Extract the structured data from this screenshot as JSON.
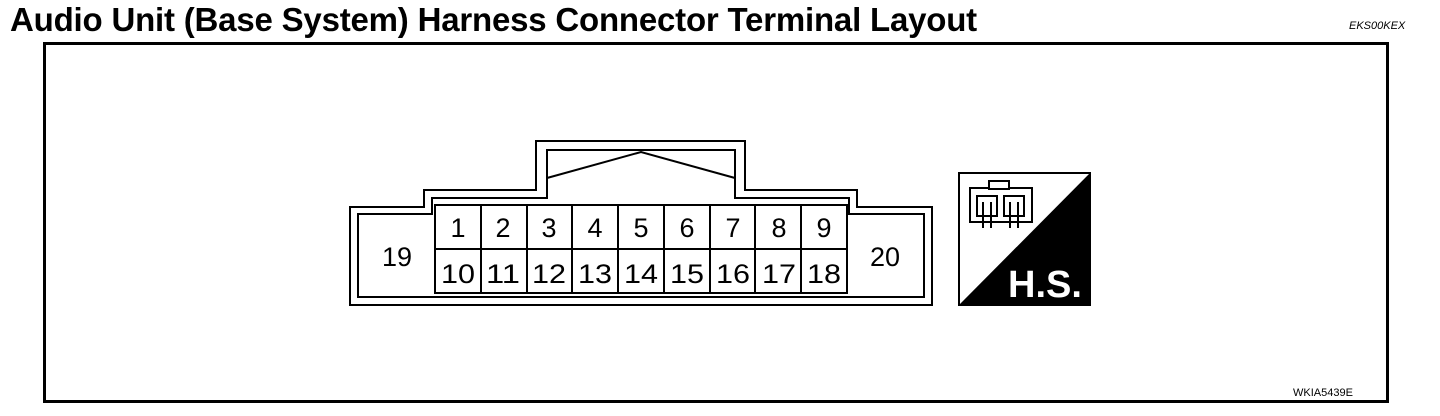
{
  "title": "Audio Unit (Base System) Harness Connector Terminal Layout",
  "ref_code_top": "EKS00KEX",
  "ref_code_bottom": "WKIA5439E",
  "connector": {
    "top_row": [
      "1",
      "2",
      "3",
      "4",
      "5",
      "6",
      "7",
      "8",
      "9"
    ],
    "bottom_row": [
      "10",
      "11",
      "12",
      "13",
      "14",
      "15",
      "16",
      "17",
      "18"
    ],
    "left_terminal": "19",
    "right_terminal": "20"
  },
  "hs_badge": {
    "label": "H.S."
  }
}
